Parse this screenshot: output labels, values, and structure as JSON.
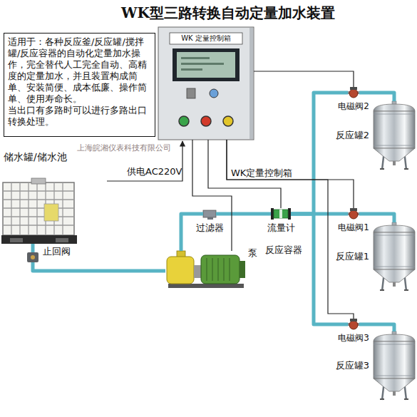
{
  "diagram": {
    "title": "WK型三路转换自动定量加水装置",
    "nodes": [
      {
        "text": [
          "适用于：各种反应釜/反应罐/搅拌罐/反应容器的自动化定量加水操作，完全替代人工完全自动、高精度的定量加水，并且装置构成简单、安装简便、成本低廉、操作简单、使用寿命长。",
          "当出口有多路时可以进行多路出口转换处理。"
        ]
      },
      {
        "text": [
          "WK 定量控制箱"
        ]
      },
      {
        "text": [
          "储水罐/储水池"
        ]
      },
      {
        "text": [
          "止回阀"
        ]
      },
      {
        "text": [
          "泵"
        ]
      },
      {
        "text": [
          "过滤器"
        ]
      },
      {
        "text": [
          "流量计"
        ]
      },
      {
        "text": [
          "电磁阀2"
        ]
      },
      {
        "text": [
          "反应罐2"
        ]
      },
      {
        "text": [
          "电磁阀1"
        ]
      },
      {
        "text": [
          "反应罐1"
        ]
      },
      {
        "text": [
          "电磁阀3"
        ]
      },
      {
        "text": [
          "反应罐3"
        ]
      }
    ],
    "edges": [
      {
        "from": 2,
        "to": 3,
        "arrow": "none"
      },
      {
        "from": 3,
        "to": 4,
        "arrow": "none"
      },
      {
        "from": 4,
        "to": 5,
        "arrow": "none"
      },
      {
        "from": 5,
        "to": 6,
        "arrow": "none"
      },
      {
        "from": 6,
        "to": 9,
        "arrow": "none"
      },
      {
        "from": 6,
        "to": 7,
        "arrow": "none"
      },
      {
        "from": 6,
        "to": 11,
        "arrow": "none"
      },
      {
        "from": 7,
        "to": 8,
        "arrow": "none"
      },
      {
        "from": 9,
        "to": 10,
        "arrow": "none"
      },
      {
        "from": 11,
        "to": 12,
        "arrow": "none"
      },
      {
        "from": 1,
        "to": 4,
        "arrow": "none"
      },
      {
        "from": 1,
        "to": 6,
        "arrow": "none"
      },
      {
        "from": 1,
        "to": 9,
        "arrow": "none"
      },
      {
        "from": 1,
        "to": 11,
        "arrow": "none"
      },
      {
        "from": 1,
        "to": 7,
        "arrow": "none"
      }
    ],
    "labels": [
      "供电AC220V",
      "WK定量控制箱",
      "反应容器",
      "上海皖湘仪表科技有限公司"
    ]
  }
}
